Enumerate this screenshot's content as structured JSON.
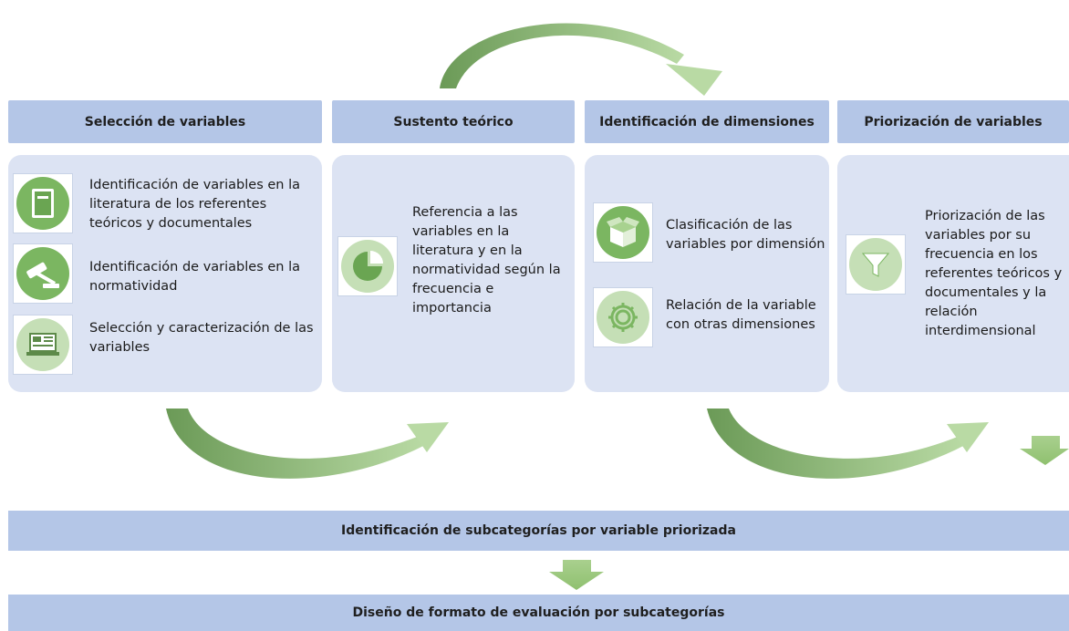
{
  "headers": [
    "Selección de variables",
    "Sustento teórico",
    "Identificación de dimensiones",
    "Priorización de variables"
  ],
  "panel1": {
    "item1": "Identificación de variables en la literatura de los referentes teóricos y documentales",
    "item2": "Identificación de variables en la normatividad",
    "item3": "Selección y caracterización de las variables"
  },
  "panel2": {
    "text": "Referencia a las variables en la literatura y en la normatividad según la frecuencia e importancia"
  },
  "panel3": {
    "item1": "Clasificación de las variables por dimensión",
    "item2": "Relación de la variable con otras dimensiones"
  },
  "panel4": {
    "text": "Priorización de las variables por su frecuencia en los referentes teóricos y documentales y la relación interdimensional"
  },
  "bars": {
    "bar1": "Identificación de subcategorías por variable priorizada",
    "bar2": "Diseño de formato de evaluación por subcategorías"
  },
  "colors": {
    "header_fill": "#b4c6e7",
    "panel_fill": "#dce3f3",
    "icon_green": "#7bb661",
    "arrow_dark": "#6b9a57",
    "arrow_light": "#b9daa4"
  },
  "icons": [
    "book-icon",
    "gavel-icon",
    "laptop-icon",
    "pie-chart-icon",
    "box-icon",
    "gear-icon",
    "funnel-icon"
  ]
}
